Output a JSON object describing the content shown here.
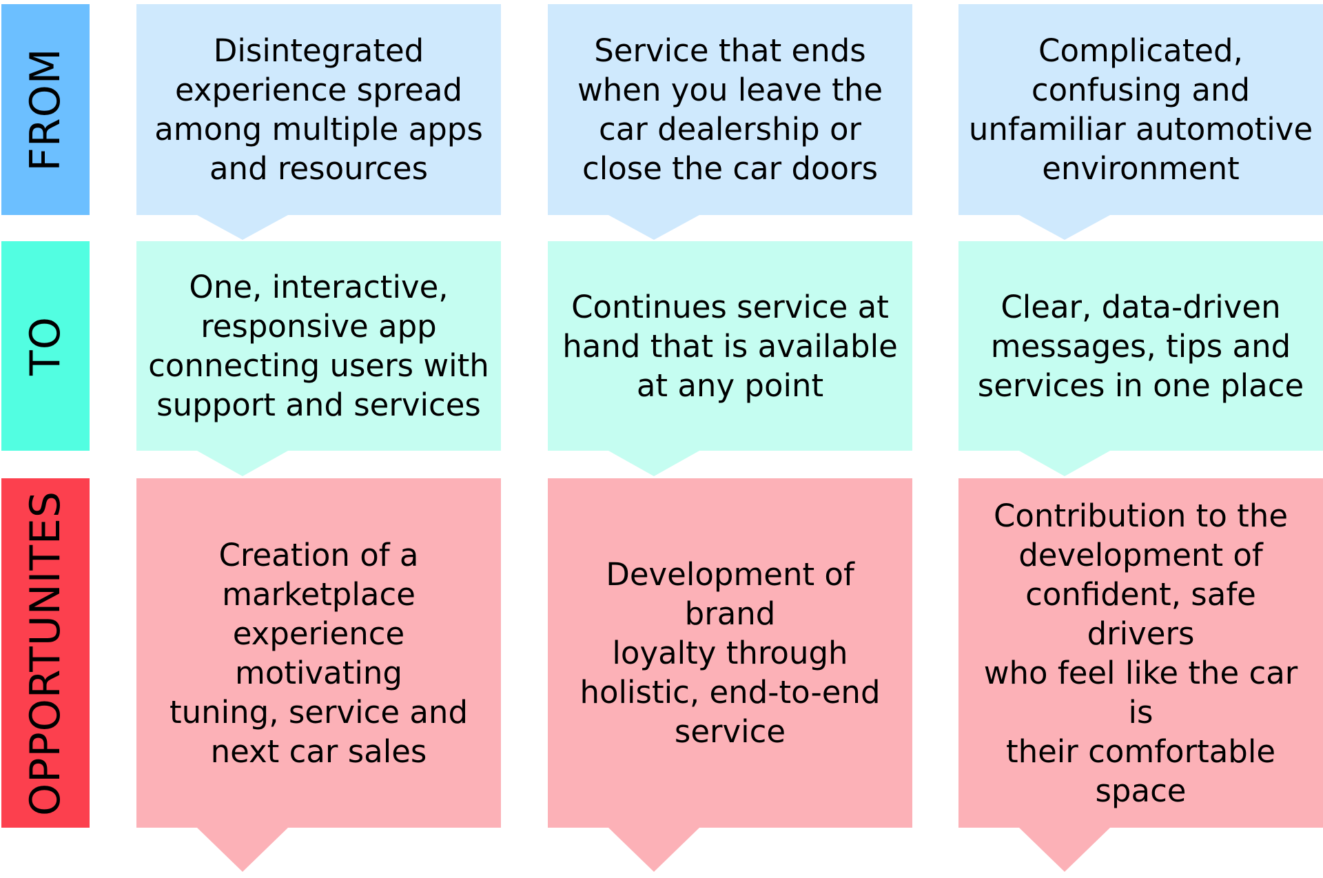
{
  "colors": {
    "from_label": "#6CBFFF",
    "from_box": "#CFE9FD",
    "to_label": "#52FEE1",
    "to_box": "#C5FDF1",
    "opp_label": "#FC404E",
    "opp_box": "#FCB1B7"
  },
  "rows": {
    "from": {
      "label": "FROM",
      "boxes": [
        "Disintegrated\nexperience spread\namong multiple apps\nand resources",
        "Service that ends\nwhen you leave the\ncar dealership or\nclose the car doors",
        "Complicated,\nconfusing and\nunfamiliar automotive\nenvironment"
      ]
    },
    "to": {
      "label": "TO",
      "boxes": [
        "One, interactive,\nresponsive app\nconnecting users with\nsupport and services",
        "Continues service at\nhand that is available\nat any point",
        "Clear, data-driven\nmessages, tips and\nservices in one place"
      ]
    },
    "opportunities": {
      "label": "OPPORTUNITES",
      "boxes": [
        "Creation of a\nmarketplace\nexperience motivating\ntuning, service and\nnext car sales",
        "Development of brand\nloyalty through\nholistic, end-to-end\nservice",
        "Contribution to the\ndevelopment of\nconfident, safe drivers\nwho feel like the car is\ntheir comfortable\nspace"
      ]
    }
  }
}
